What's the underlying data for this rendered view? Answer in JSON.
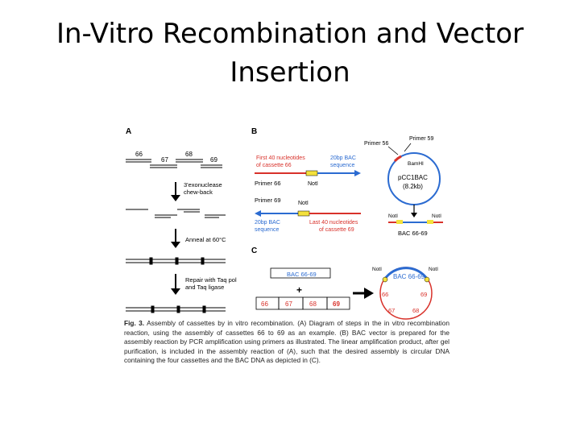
{
  "slide": {
    "title_line1": "In-Vitro Recombination and Vector",
    "title_line2": "Insertion"
  },
  "figure": {
    "panel_a": {
      "label": "A",
      "cassettes": [
        "66",
        "67",
        "68",
        "69"
      ],
      "step1": [
        "3'exonuclease",
        "chew-back"
      ],
      "step2": "Anneal at 60°C",
      "step3": [
        "Repair with Taq pol",
        "and Taq ligase"
      ]
    },
    "panel_b": {
      "label": "B",
      "first40": [
        "First 40 nucleotides",
        "of cassette 66"
      ],
      "bac20_top": [
        "20bp BAC",
        "sequence"
      ],
      "primer66": "Primer 66",
      "noti_top": "NotI",
      "primer69": "Primer 69",
      "noti_mid": "NotI",
      "bac20_bottom": [
        "20bp BAC",
        "sequence"
      ],
      "last40": [
        "Last 40 nucleotides",
        "of cassette 69"
      ],
      "primer56": "Primer 56",
      "primer59": "Primer 59",
      "bamhi": "BamHI",
      "vector_name": "pCC1BAC",
      "vector_size": "(8.2kb)",
      "noti_left": "NotI",
      "noti_right": "NotI",
      "product": "BAC 66-69"
    },
    "panel_c": {
      "label": "C",
      "bac_box": "BAC 66-69",
      "plus": "+",
      "boxes": [
        "66",
        "67",
        "68",
        "69"
      ],
      "circle_top": "BAC 66-69",
      "circle_segments": [
        "66",
        "67",
        "68",
        "69"
      ],
      "noti_left": "NotI",
      "noti_right": "NotI"
    },
    "caption": {
      "label": "Fig. 3.",
      "text": "Assembly of cassettes by in vitro recombination. (A) Diagram of steps in the in vitro recombination reaction, using the assembly of cassettes 66 to 69 as an example. (B) BAC vector is prepared for the assembly reaction by PCR amplification using primers as illustrated. The linear amplification product, after gel purification, is included in the assembly reaction of (A), such that the desired assembly is circular DNA containing the four cassettes and the BAC DNA as depicted in (C)."
    },
    "colors": {
      "red": "#d8312a",
      "blue": "#2b6bd1",
      "yellow": "#f4e13c",
      "orange": "#e8a23a"
    }
  }
}
